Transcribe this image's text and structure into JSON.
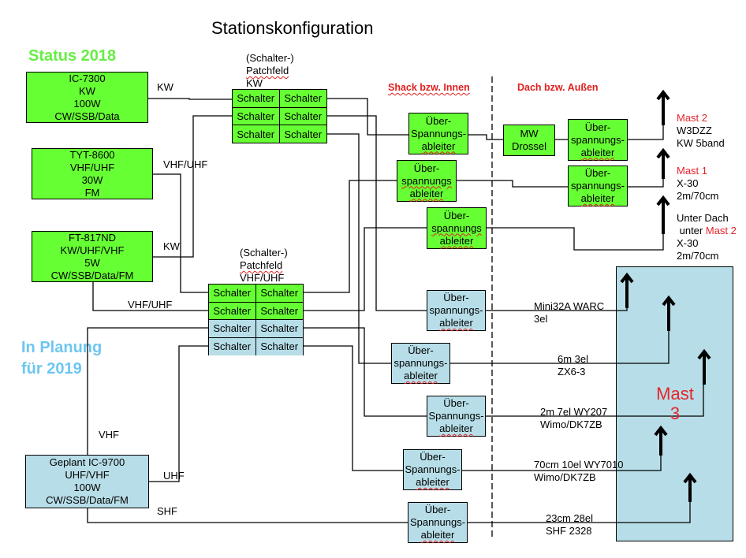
{
  "title": "Stationskonfiguration",
  "sections": {
    "status": "Status 2018",
    "planning": [
      "In Planung",
      "für 2019"
    ],
    "shack": "Shack bzw. Innen",
    "roof": "Dach bzw. Außen"
  },
  "colors": {
    "current_equipment": "#66FF33",
    "planned_equipment": "#B7DEE8",
    "status_heading": "#66EE44",
    "planning_heading": "#6EC6F0",
    "mast_label": "#E8232A"
  },
  "radios": [
    {
      "lines": [
        "IC-7300",
        "KW",
        "100W",
        "CW/SSB/Data"
      ]
    },
    {
      "lines": [
        "TYT-8600",
        "VHF/UHF",
        "30W",
        "FM"
      ]
    },
    {
      "lines": [
        "FT-817ND",
        "KW/UHF/VHF",
        "5W",
        "CW/SSB/Data/FM"
      ]
    },
    {
      "lines": [
        "Geplant IC-9700",
        "UHF/VHF",
        "100W",
        "CW/SSB/Data/FM"
      ]
    }
  ],
  "patchfields": [
    {
      "label": [
        "(Schalter-)",
        "Patchfeld",
        "KW"
      ],
      "rows": [
        [
          "Schalter",
          "Schalter"
        ],
        [
          "Schalter",
          "Schalter"
        ],
        [
          "Schalter",
          "Schalter"
        ]
      ]
    },
    {
      "label": [
        "(Schalter-)",
        "Patchfeld",
        "VHF/UHF"
      ],
      "rows": [
        [
          "Schalter",
          "Schalter"
        ],
        [
          "Schalter",
          "Schalter"
        ],
        [
          "Schalter",
          "Schalter"
        ],
        [
          "Schalter",
          "Schalter"
        ]
      ]
    }
  ],
  "link_labels": {
    "ic7300_kw": "KW",
    "tyt_vhfuhf": "VHF/UHF",
    "ft817_kw": "KW",
    "ft817_vhfuhf": "VHF/UHF",
    "ic9700_vhf": "VHF",
    "ic9700_uhf": "UHF",
    "ic9700_shf": "SHF"
  },
  "arresters": [
    {
      "lines": [
        "Über-",
        "Spannungs-",
        "ableiter"
      ]
    },
    {
      "lines": [
        "Über-",
        "spannungs",
        "ableiter"
      ]
    },
    {
      "lines": [
        "Über-",
        "spannungs",
        "ableiter"
      ]
    },
    {
      "lines": [
        "Über-",
        "spannungs-",
        "ableiter"
      ]
    },
    {
      "lines": [
        "Über-",
        "spannungs-",
        "ableiter"
      ]
    },
    {
      "lines": [
        "Über-",
        "spannungs-",
        "ableiter"
      ]
    },
    {
      "lines": [
        "Über-",
        "spannungs-",
        "ableiter"
      ]
    },
    {
      "lines": [
        "Über-",
        "Spannungs-",
        "ableiter"
      ]
    },
    {
      "lines": [
        "Über-",
        "Spannungs-",
        "ableiter"
      ]
    },
    {
      "lines": [
        "Über-",
        "Spannungs-",
        "ableiter"
      ]
    }
  ],
  "choke": [
    "MW",
    "Drossel"
  ],
  "antennas_roof": [
    {
      "mast": "Mast 2",
      "lines": [
        "W3DZZ",
        "KW 5band"
      ]
    },
    {
      "mast": "Mast 1",
      "lines": [
        "X-30",
        "2m/70cm"
      ]
    },
    {
      "pre": "Unter Dach",
      "mid": " unter ",
      "mast": "Mast 2",
      "lines": [
        "X-30",
        "2m/70cm"
      ]
    }
  ],
  "antennas_mast3": [
    {
      "lines": [
        "Mini32A WARC",
        "3el"
      ]
    },
    {
      "lines": [
        "6m 3el",
        "ZX6-3"
      ]
    },
    {
      "lines": [
        "2m 7el WY207",
        "Wimo/DK7ZB"
      ]
    },
    {
      "lines": [
        "70cm 10el WY7010",
        "Wimo/DK7ZB"
      ]
    },
    {
      "lines": [
        "23cm 28el",
        "SHF 2328"
      ]
    }
  ],
  "mast3": [
    "Mast",
    "3"
  ]
}
